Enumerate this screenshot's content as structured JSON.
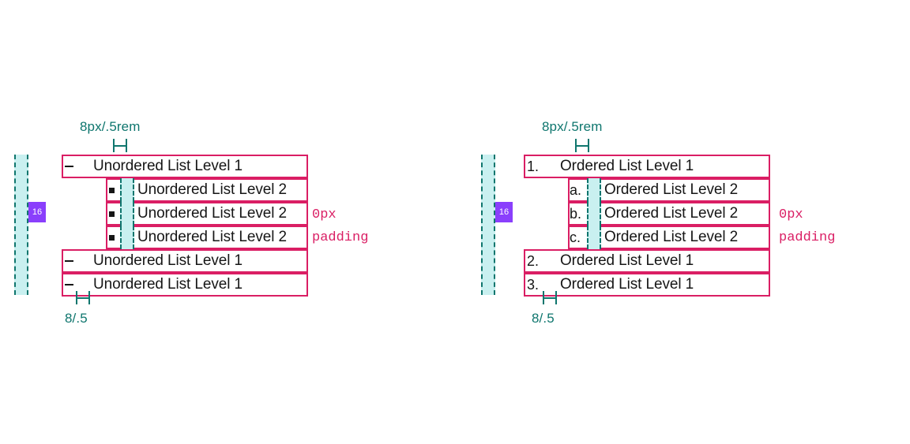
{
  "page": {
    "background": "#ffffff",
    "accent_pink": "#da1e64",
    "accent_teal": "#0f766e",
    "band_fill": "#c9f0f0",
    "badge_purple": "#8a3ffc",
    "text_color": "#161616"
  },
  "diagrams": [
    {
      "id": "unordered-list-spec",
      "spec_top_label": "8px/.5rem",
      "spec_bottom_label": "8/.5",
      "indent_badge": "16",
      "padding_note": {
        "line1": "0px",
        "line2": "padding"
      },
      "rows": [
        {
          "level": 1,
          "marker": "dash",
          "marker_text": "",
          "label": "Unordered List Level 1"
        },
        {
          "level": 2,
          "marker": "square",
          "marker_text": "",
          "label": "Unordered List Level 2"
        },
        {
          "level": 2,
          "marker": "square",
          "marker_text": "",
          "label": "Unordered List Level 2"
        },
        {
          "level": 2,
          "marker": "square",
          "marker_text": "",
          "label": "Unordered List Level 2"
        },
        {
          "level": 1,
          "marker": "dash",
          "marker_text": "",
          "label": "Unordered List Level 1"
        },
        {
          "level": 1,
          "marker": "dash",
          "marker_text": "",
          "label": "Unordered List Level 1"
        }
      ]
    },
    {
      "id": "ordered-list-spec",
      "spec_top_label": "8px/.5rem",
      "spec_bottom_label": "8/.5",
      "indent_badge": "16",
      "padding_note": {
        "line1": "0px",
        "line2": "padding"
      },
      "rows": [
        {
          "level": 1,
          "marker": "number",
          "marker_text": "1.",
          "label": "Ordered List Level 1"
        },
        {
          "level": 2,
          "marker": "number",
          "marker_text": "a.",
          "label": "Ordered List Level 2"
        },
        {
          "level": 2,
          "marker": "number",
          "marker_text": "b.",
          "label": "Ordered List Level 2"
        },
        {
          "level": 2,
          "marker": "number",
          "marker_text": "c.",
          "label": "Ordered List Level 2"
        },
        {
          "level": 1,
          "marker": "number",
          "marker_text": "2.",
          "label": "Ordered List Level 1"
        },
        {
          "level": 1,
          "marker": "number",
          "marker_text": "3.",
          "label": "Ordered List Level 1"
        }
      ]
    }
  ]
}
